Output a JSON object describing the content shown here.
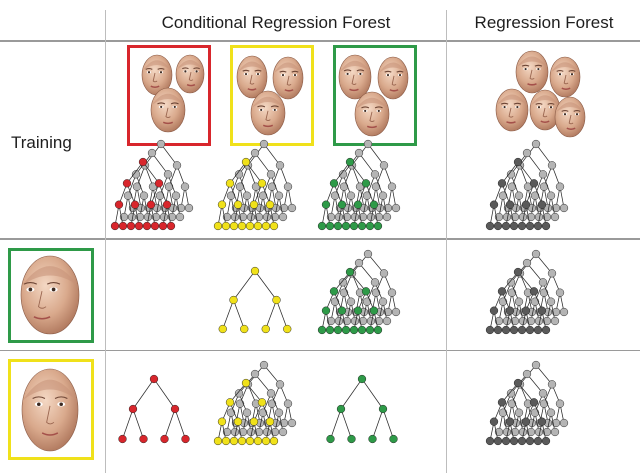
{
  "header": {
    "col_conditional": "Conditional Regression Forest",
    "col_regression": "Regression Forest"
  },
  "rows": {
    "training_label": "Training"
  },
  "colors": {
    "red": "#d8262c",
    "yellow": "#f0e11a",
    "green": "#2e9a48",
    "dark_gray": "#5a5a5a",
    "light_gray": "#b4b4b4",
    "edge": "#2a2a2a",
    "divider": "#9a9a9a"
  }
}
